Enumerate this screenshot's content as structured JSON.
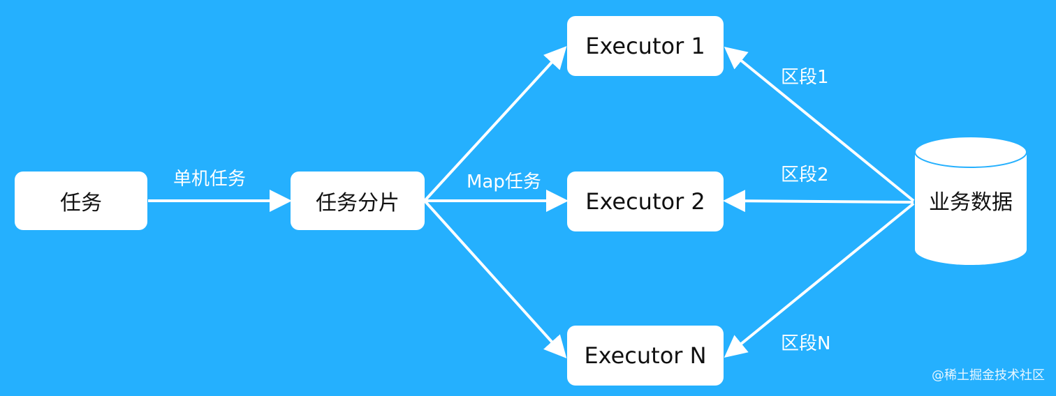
{
  "colors": {
    "background": "#25b0fe",
    "box": "#ffffff",
    "arrow": "#ffffff"
  },
  "nodes": {
    "task": "任务",
    "task_shard": "任务分片",
    "executor1": "Executor 1",
    "executor2": "Executor 2",
    "executorN": "Executor N",
    "business_data": "业务数据"
  },
  "edges": {
    "single_task": "单机任务",
    "map_task": "Map任务",
    "segment1": "区段1",
    "segment2": "区段2",
    "segmentN": "区段N"
  },
  "watermark": "@稀土掘金技术社区"
}
